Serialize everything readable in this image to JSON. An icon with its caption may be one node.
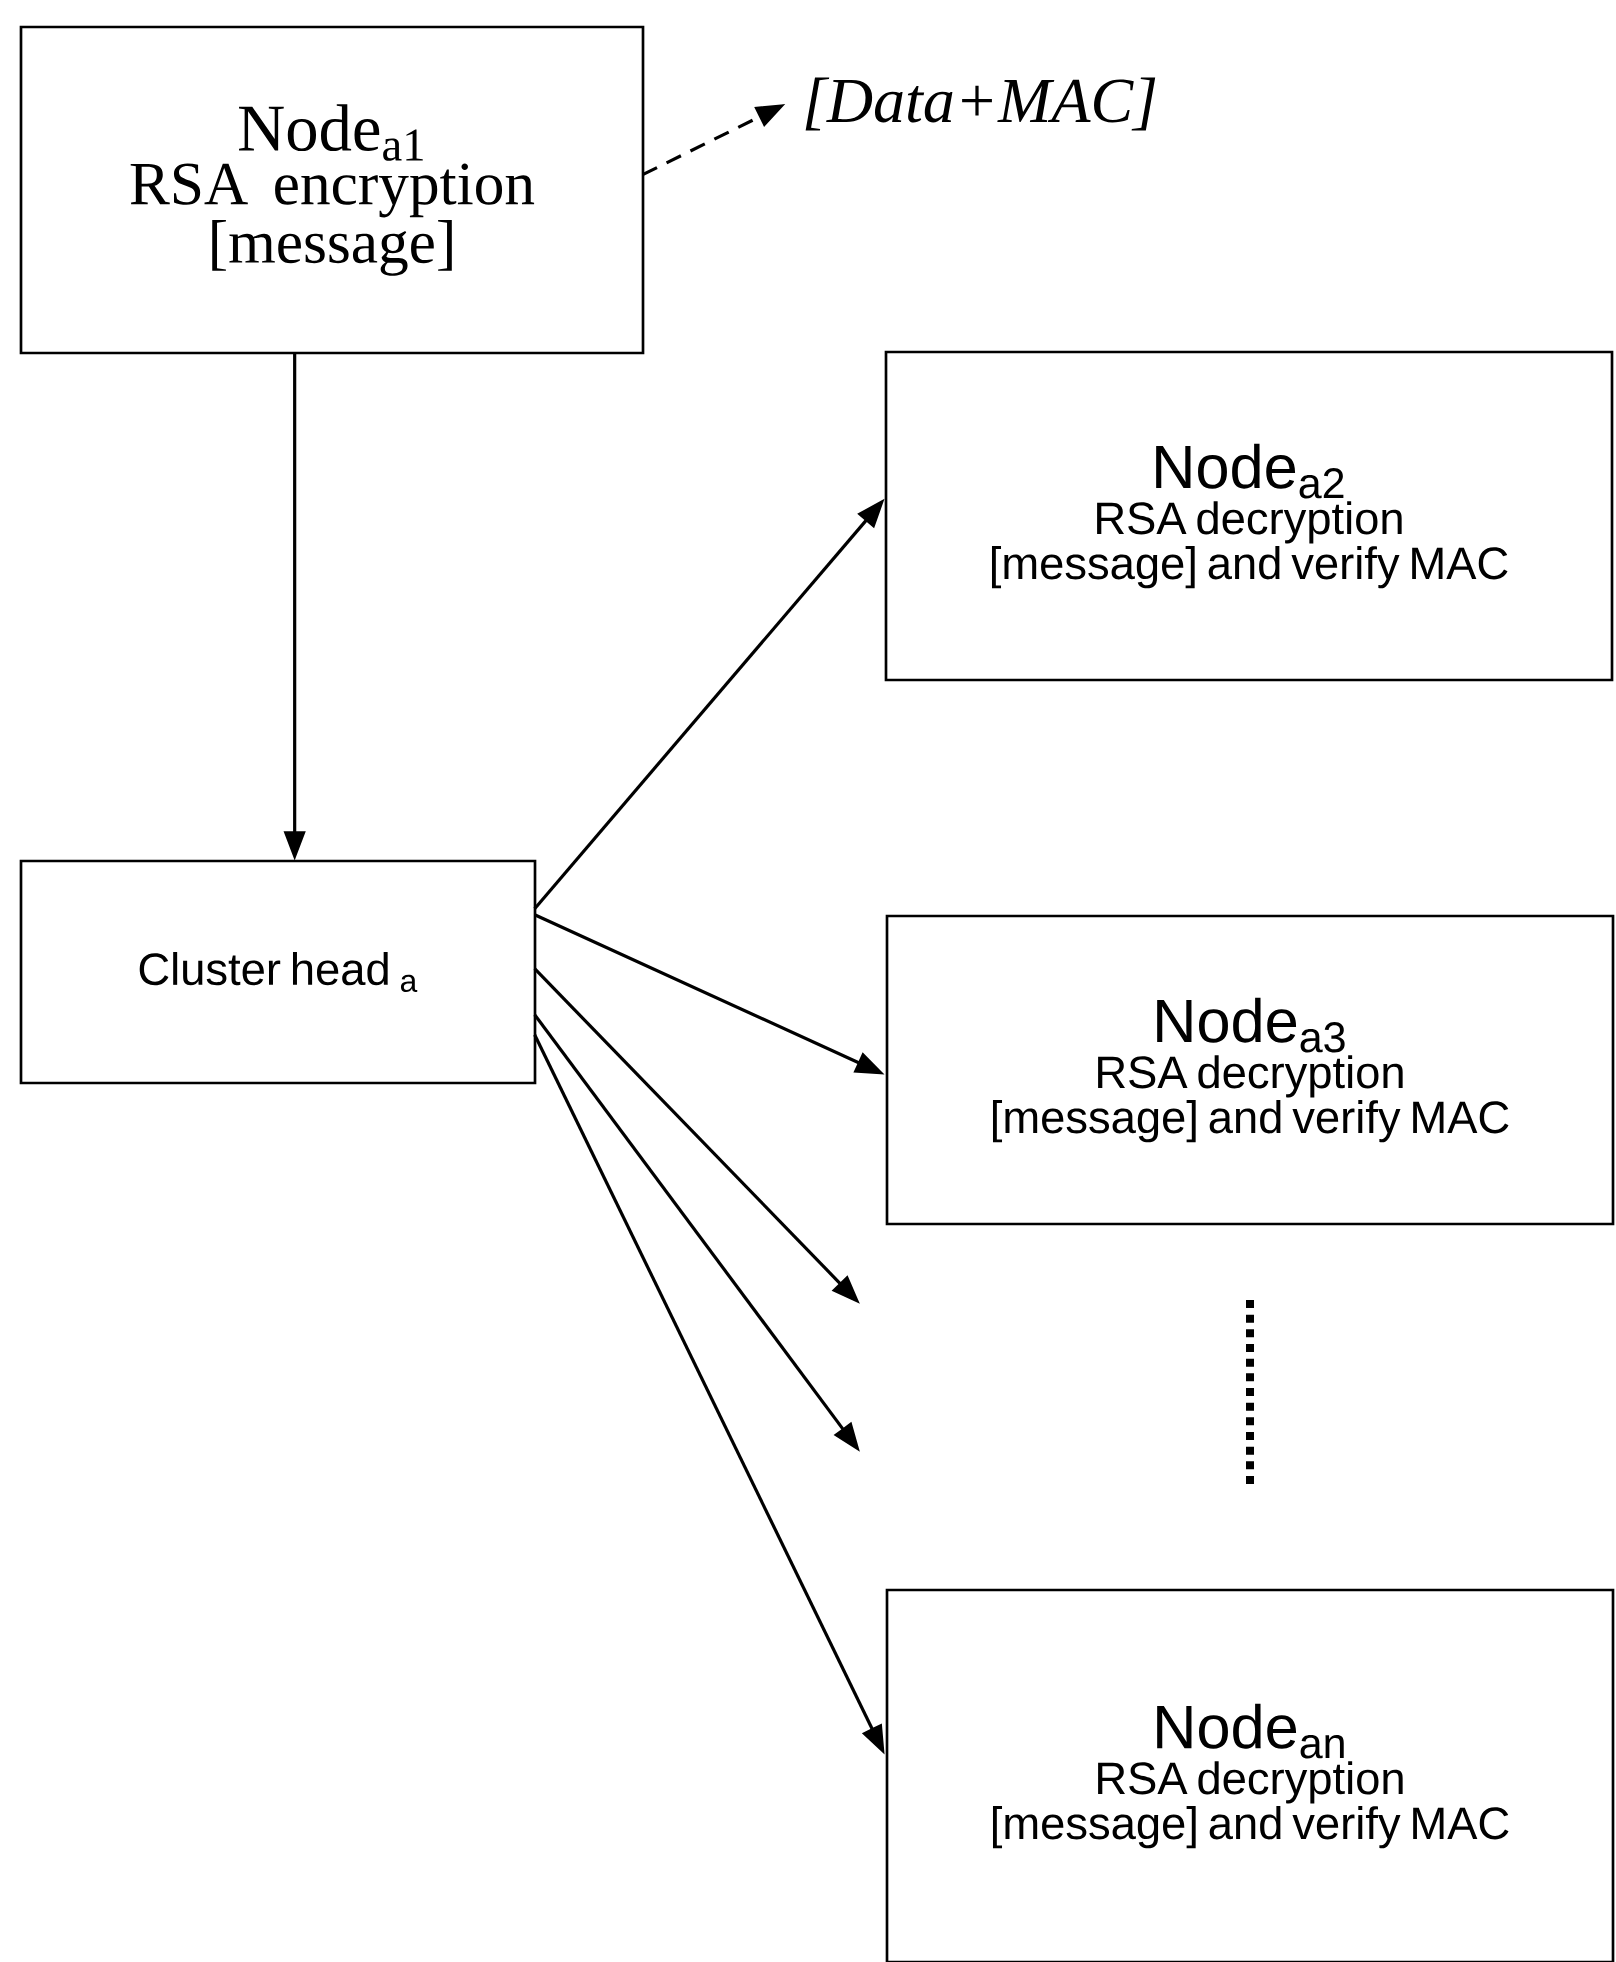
{
  "diagram": {
    "nodes": [
      {
        "text": [
          "Node$_{a1}$",
          "RSA encryption [message]"
        ]
      },
      {
        "text": [
          "[Data+MAC]"
        ]
      },
      {
        "text": [
          "Cluster head $_{a}$"
        ]
      },
      {
        "text": [
          "Node$_{a2}$",
          "RSA decryption [message] and verify MAC"
        ]
      },
      {
        "text": [
          "Node$_{a3}$",
          "RSA decryption [message] and verify MAC"
        ]
      },
      {
        "text": [
          "Node$_{an}$",
          "RSA decryption [message] and verify MAC"
        ]
      }
    ],
    "edges": [
      {
        "from": 0,
        "to": 1,
        "arrow": "to",
        "style": "dashed"
      },
      {
        "from": 0,
        "to": 2,
        "arrow": "to"
      },
      {
        "from": 2,
        "to": 3,
        "arrow": "to"
      },
      {
        "from": 2,
        "to": 4,
        "arrow": "to"
      },
      {
        "from": 2,
        "to": null,
        "arrow": "to"
      },
      {
        "from": 2,
        "to": null,
        "arrow": "to"
      },
      {
        "from": 2,
        "to": 5,
        "arrow": "to"
      }
    ]
  }
}
